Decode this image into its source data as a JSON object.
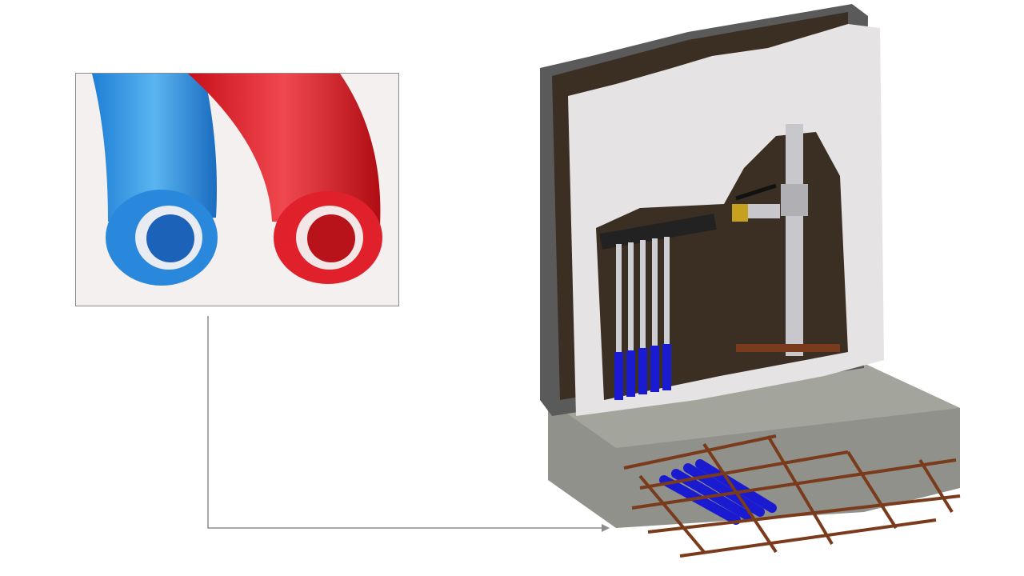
{
  "colors": {
    "cold_pipe": "#2f8fe0",
    "hot_pipe": "#e0202a",
    "connector": "#8c8c8c",
    "wall_board": "#e6e3e4",
    "insulation": "#3b2e22",
    "concrete": "#8f918a",
    "rebar": "#7a3a1c",
    "manifold_pipes": "#1a1ad0"
  },
  "icons": [
    "pex-pipe-photo",
    "manifold-cabinet-illustration",
    "connector-arrow"
  ]
}
